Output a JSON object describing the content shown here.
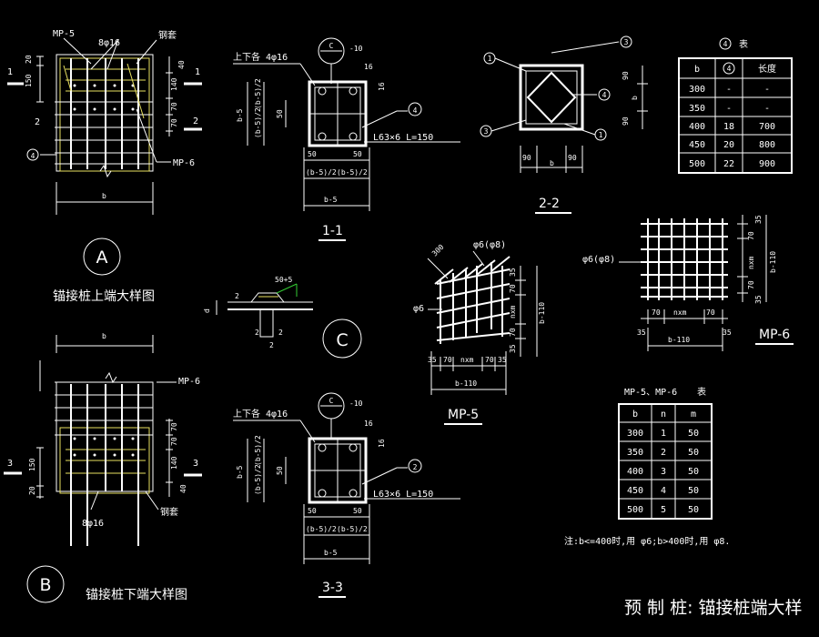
{
  "detail_a": {
    "mark": "A",
    "caption": "锚接桩上端大样图",
    "mp5_label": "MP-5",
    "mp6_label": "MP-6",
    "bars_label": "8φ16",
    "sleeve_label": "钢套",
    "dim_b": "b",
    "dims_left": [
      "20",
      "150"
    ],
    "dims_right": [
      "40",
      "140",
      "70",
      "70"
    ],
    "section_marks": [
      "1",
      "1",
      "2",
      "2"
    ],
    "callout": "4"
  },
  "detail_b": {
    "mark": "B",
    "caption": "锚接桩下端大样图",
    "mp6_label": "MP-6",
    "bars_label": "8φ16",
    "sleeve_label": "钢套",
    "dim_b": "b",
    "dims_left": [
      "150",
      "20"
    ],
    "dims_right": [
      "70",
      "70",
      "140",
      "40"
    ],
    "section_marks": [
      "3",
      "3"
    ]
  },
  "section_1_1": {
    "title": "1-1",
    "rebar_note": "上下各 4φ16",
    "c_mark": "C",
    "weld_note": "-10",
    "dim_16": "16",
    "angle_note": "L63×6 L=150",
    "callout": "4",
    "dim_left": "b-5",
    "dims_inner": [
      "(b-5)/2",
      "(b-5)/2"
    ],
    "dim_50": "50",
    "dims_bottom": [
      "50",
      "50",
      "(b-5)/2",
      "(b-5)/2",
      "b-5"
    ]
  },
  "section_3_3": {
    "title": "3-3",
    "rebar_note": "上下各 4φ16",
    "c_mark": "C",
    "weld_note": "-10",
    "dim_16": "16",
    "angle_note": "L63×6 L=150",
    "callout": "2",
    "dim_left": "b-5",
    "dims_inner": [
      "(b-5)/2",
      "(b-5)/2"
    ],
    "dim_50": "50",
    "dims_bottom": [
      "50",
      "50",
      "(b-5)/2",
      "(b-5)/2",
      "b-5"
    ]
  },
  "section_2_2": {
    "title": "2-2",
    "callouts": [
      "1",
      "3",
      "4",
      "3",
      "1"
    ],
    "dims_right": [
      "90",
      "b",
      "90"
    ],
    "dims_bottom": [
      "90",
      "b",
      "90"
    ]
  },
  "detail_c": {
    "mark": "C",
    "weld_note": "50+5",
    "dims": [
      "d",
      "2",
      "2",
      "2",
      "2"
    ]
  },
  "mp5": {
    "title": "MP-5",
    "bar_label": "φ6(φ8)",
    "bar_label_2": "φ6",
    "dim_300": "300",
    "dims_right": [
      "35",
      "70",
      "nxm",
      "70",
      "35",
      "b-110"
    ],
    "dims_bottom": [
      "35",
      "70",
      "nxm",
      "70",
      "35",
      "b-110"
    ]
  },
  "mp6": {
    "title": "MP-6",
    "bar_label": "φ6(φ8)",
    "dims_right": [
      "35",
      "70",
      "nxm",
      "70",
      "35",
      "b-110"
    ],
    "dims_bottom": [
      "35",
      "70",
      "nxm",
      "70",
      "35",
      "b-110"
    ]
  },
  "table_4": {
    "title_mark": "4",
    "title_suffix": "表",
    "headers": [
      "b",
      "4",
      "长度"
    ],
    "rows": [
      [
        "300",
        "-",
        "-"
      ],
      [
        "350",
        "-",
        "-"
      ],
      [
        "400",
        "18",
        "700"
      ],
      [
        "450",
        "20",
        "800"
      ],
      [
        "500",
        "22",
        "900"
      ]
    ]
  },
  "table_mp": {
    "title": "MP-5、MP-6",
    "title_suffix": "表",
    "headers": [
      "b",
      "n",
      "m"
    ],
    "rows": [
      [
        "300",
        "1",
        "50"
      ],
      [
        "350",
        "2",
        "50"
      ],
      [
        "400",
        "3",
        "50"
      ],
      [
        "450",
        "4",
        "50"
      ],
      [
        "500",
        "5",
        "50"
      ]
    ]
  },
  "note": "注:b<=400时,用    φ6;b>400时,用    φ8.",
  "drawing_title": "预 制 桩: 锚接桩端大样"
}
